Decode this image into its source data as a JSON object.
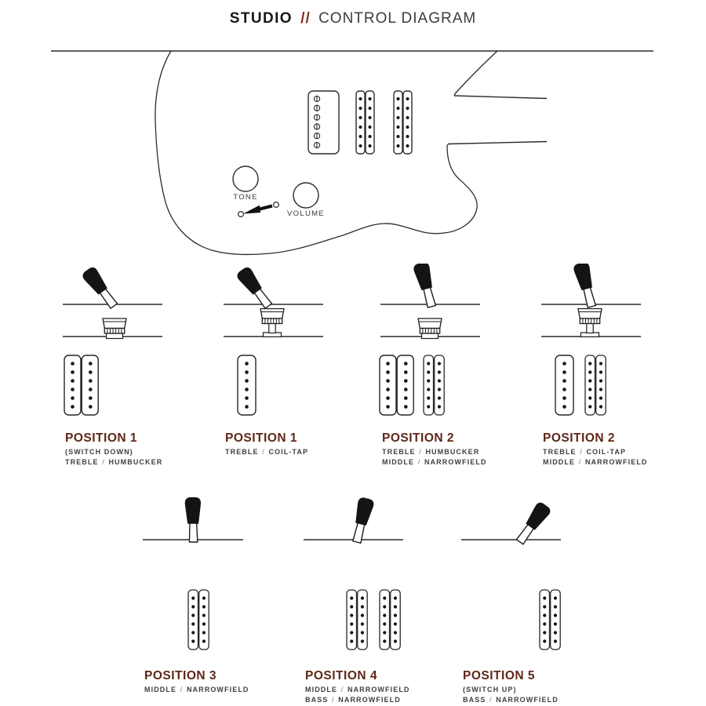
{
  "title": {
    "brand": "STUDIO",
    "separator": "//",
    "rest": "CONTROL DIAGRAM"
  },
  "colors": {
    "accent_separator": "#80301C",
    "position_heading": "#5E2717",
    "config_slash": "#AA6A45",
    "body_text": "#3E3E3E",
    "line_stroke": "#2B2B2B"
  },
  "guitar": {
    "tone_label": "TONE",
    "volume_label": "VOLUME",
    "pickups_on_body": [
      "humbucker (treble)",
      "narrowfield (middle)",
      "narrowfield (bass)"
    ],
    "switch_type": "5-way blade with push-pull tone (coil-tap)"
  },
  "labels": {
    "separator": "/"
  },
  "positions": [
    {
      "heading": "POSITION 1",
      "note": "(SWITCH DOWN)",
      "pairs": [
        {
          "left": "TREBLE",
          "right": "HUMBUCKER"
        }
      ],
      "lever_tilt_deg": -36,
      "tone_knob": "down",
      "pickups": [
        "humbucker"
      ]
    },
    {
      "heading": "POSITION 1",
      "pairs": [
        {
          "left": "TREBLE",
          "right": "COIL-TAP"
        }
      ],
      "lever_tilt_deg": -36,
      "tone_knob": "up",
      "pickups": [
        "single-coil"
      ]
    },
    {
      "heading": "POSITION 2",
      "pairs": [
        {
          "left": "TREBLE",
          "right": "HUMBUCKER"
        },
        {
          "left": "MIDDLE",
          "right": "NARROWFIELD"
        }
      ],
      "lever_tilt_deg": -14,
      "tone_knob": "down",
      "pickups": [
        "humbucker",
        "narrowfield"
      ]
    },
    {
      "heading": "POSITION 2",
      "pairs": [
        {
          "left": "TREBLE",
          "right": "COIL-TAP"
        },
        {
          "left": "MIDDLE",
          "right": "NARROWFIELD"
        }
      ],
      "lever_tilt_deg": -14,
      "tone_knob": "up",
      "pickups": [
        "single-coil",
        "narrowfield"
      ]
    },
    {
      "heading": "POSITION 3",
      "pairs": [
        {
          "left": "MIDDLE",
          "right": "NARROWFIELD"
        }
      ],
      "lever_tilt_deg": 0,
      "pickups": [
        "narrowfield"
      ]
    },
    {
      "heading": "POSITION 4",
      "pairs": [
        {
          "left": "MIDDLE",
          "right": "NARROWFIELD"
        },
        {
          "left": "BASS",
          "right": "NARROWFIELD"
        }
      ],
      "lever_tilt_deg": 14,
      "pickups": [
        "narrowfield",
        "narrowfield"
      ]
    },
    {
      "heading": "POSITION 5",
      "note": "(SWITCH UP)",
      "pairs": [
        {
          "left": "BASS",
          "right": "NARROWFIELD"
        }
      ],
      "lever_tilt_deg": 36,
      "pickups": [
        "narrowfield"
      ]
    }
  ]
}
